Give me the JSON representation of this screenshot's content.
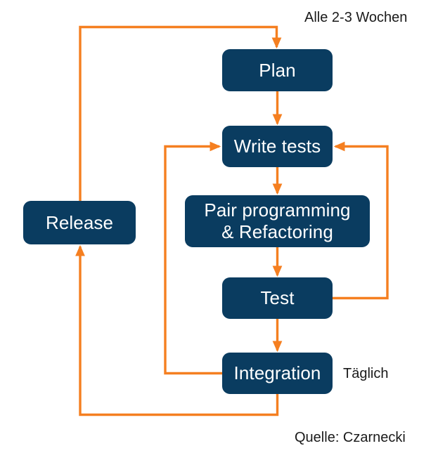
{
  "diagram": {
    "title_annotations": {
      "cadence": "Alle 2-3 Wochen",
      "daily": "Täglich",
      "source": "Quelle: Czarnecki"
    },
    "colors": {
      "node_fill": "#0a3c60",
      "node_text": "#ffffff",
      "edge": "#f57f20",
      "background": "#ffffff",
      "annotation_text": "#1a1a1a"
    },
    "nodes": [
      {
        "id": "plan",
        "label": "Plan"
      },
      {
        "id": "write_tests",
        "label": "Write tests"
      },
      {
        "id": "pair",
        "label": "Pair programming\n& Refactoring"
      },
      {
        "id": "test",
        "label": "Test"
      },
      {
        "id": "integration",
        "label": "Integration"
      },
      {
        "id": "release",
        "label": "Release"
      }
    ],
    "edges": [
      {
        "from": "plan",
        "to": "write_tests",
        "kind": "straight-down"
      },
      {
        "from": "write_tests",
        "to": "pair",
        "kind": "straight-down"
      },
      {
        "from": "pair",
        "to": "test",
        "kind": "straight-down"
      },
      {
        "from": "test",
        "to": "integration",
        "kind": "straight-down"
      },
      {
        "from": "test",
        "to": "write_tests",
        "kind": "right-feedback-loop"
      },
      {
        "from": "integration",
        "to": "write_tests",
        "kind": "left-feedback-loop"
      },
      {
        "from": "integration",
        "to": "release",
        "kind": "bottom-left-loop"
      },
      {
        "from": "release",
        "to": "plan",
        "kind": "top-left-loop"
      }
    ]
  }
}
